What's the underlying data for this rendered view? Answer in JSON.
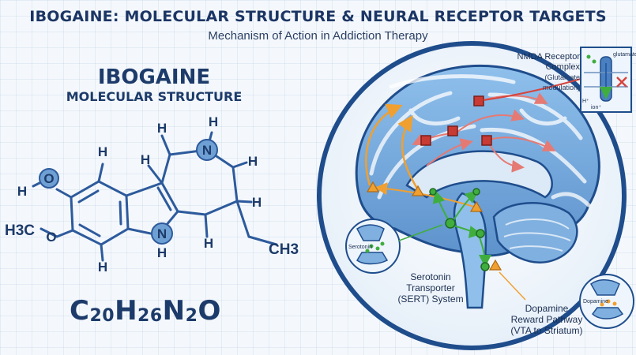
{
  "header": {
    "title": "IBOGAINE: MOLECULAR STRUCTURE & NEURAL RECEPTOR TARGETS",
    "subtitle": "Mechanism of Action in Addiction Therapy"
  },
  "molecule": {
    "title": "IBOGAINE",
    "subtitle": "MOLECULAR STRUCTURE",
    "formula": {
      "c": "C",
      "c_n": "20",
      "h": "H",
      "h_n": "26",
      "n": "N",
      "n_n": "2",
      "o": "O"
    },
    "atoms": {
      "h": "H",
      "o": "O",
      "n": "N",
      "h3c": "H3C",
      "ch3": "CH3"
    }
  },
  "brain": {
    "nmda": {
      "line1": "NMDA Receptor",
      "line2": "Complex",
      "line3": "(Glutamate",
      "line4": "modulation)"
    },
    "nmda_inset": {
      "glutamate": "glutamate",
      "ion": "ion⁺",
      "h": "H⁺"
    },
    "sert": {
      "line1": "Serotonin",
      "line2": "Transporter",
      "line3": "(SERT) System",
      "inset_label": "Serotonin"
    },
    "dopamine": {
      "line1": "Dopamine",
      "line2": "Reward Pathway",
      "line3": "(VTA to Striatum)",
      "inset_label": "Dopamine"
    }
  },
  "colors": {
    "navy": "#1d3b6a",
    "bond_blue": "#2d5a9c",
    "atom_fill": "#6fa0d4",
    "brain_blue": "#7fb0e0",
    "nmda_red": "#d6453d",
    "serotonin_green": "#3fae3f",
    "dopamine_orange": "#f0a030"
  }
}
